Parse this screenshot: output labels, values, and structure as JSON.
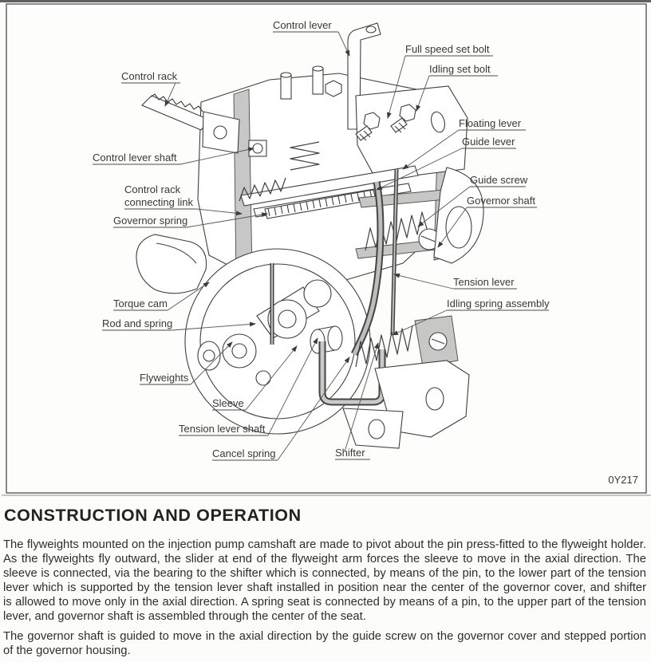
{
  "colors": {
    "ink": "#3f3f3f",
    "cut_shade": "#c7c7c5",
    "paper": "#fcfcfa"
  },
  "figure": {
    "code": "0Y217",
    "labels": [
      {
        "id": "control-lever",
        "text": "Control lever"
      },
      {
        "id": "control-rack",
        "text": "Control rack"
      },
      {
        "id": "full-speed-set-bolt",
        "text": "Full speed set bolt"
      },
      {
        "id": "idling-set-bolt",
        "text": "Idling set bolt"
      },
      {
        "id": "floating-lever",
        "text": "Floating lever"
      },
      {
        "id": "guide-lever",
        "text": "Guide lever"
      },
      {
        "id": "control-lever-shaft",
        "text": "Control lever shaft"
      },
      {
        "id": "control-rack-connecting-link",
        "line1": "Control rack",
        "line2": "connecting link"
      },
      {
        "id": "governor-spring",
        "text": "Governor spring"
      },
      {
        "id": "guide-screw",
        "text": "Guide screw"
      },
      {
        "id": "governor-shaft",
        "text": "Governor shaft"
      },
      {
        "id": "tension-lever",
        "text": "Tension lever"
      },
      {
        "id": "torque-cam",
        "text": "Torque cam"
      },
      {
        "id": "idling-spring-assembly",
        "text": "Idling spring assembly"
      },
      {
        "id": "rod-and-spring",
        "text": "Rod and spring"
      },
      {
        "id": "flyweights",
        "text": "Flyweights"
      },
      {
        "id": "sleeve",
        "text": "Sleeve"
      },
      {
        "id": "tension-lever-shaft",
        "text": "Tension lever shaft"
      },
      {
        "id": "cancel-spring",
        "text": "Cancel spring"
      },
      {
        "id": "shifter",
        "text": "Shifter"
      }
    ]
  },
  "section": {
    "heading": "CONSTRUCTION AND OPERATION",
    "paragraph1_lines": [
      "The flyweights mounted on the injection pump camshaft are made to pivot about the pin press-fitted to the flyweight holder.",
      "As the flyweights fly outward, the slider at end of the flyweight arm forces the sleeve to move in the axial direction. The",
      "sleeve is connected, via the bearing to the shifter which is connected, by means of the pin, to the lower part of the tension",
      "lever which is supported by the tension lever shaft installed in position near the center of the governor cover, and shifter",
      "is allowed to move only in the axial direction. A spring seat is connected by means of a pin, to the upper part of the tension",
      "lever, and governor shaft is assembled through the center of the seat."
    ],
    "paragraph2_lines": [
      "The governor shaft is guided to move in the axial direction by the guide screw on the governor cover and stepped portion",
      "of the governor housing."
    ]
  }
}
